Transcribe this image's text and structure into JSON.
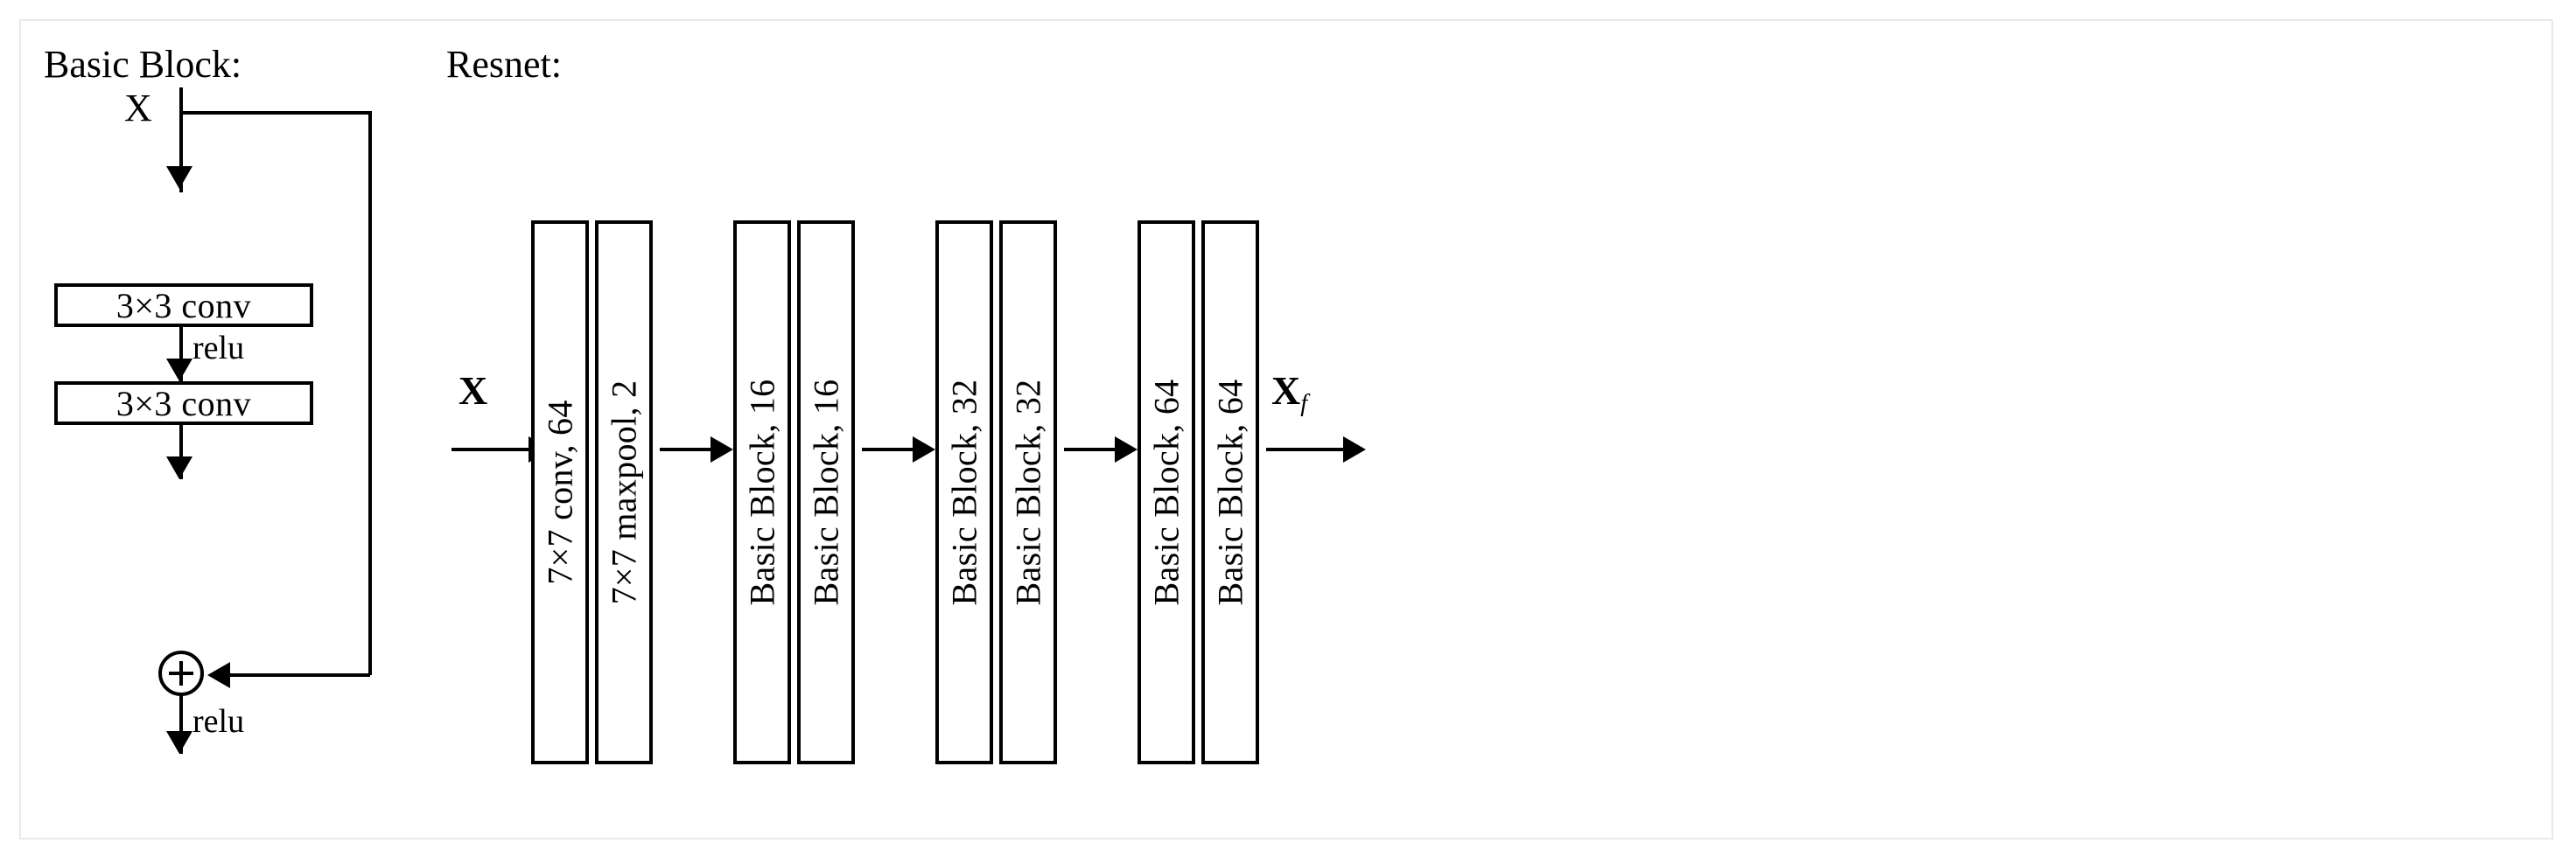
{
  "figure": {
    "type": "neural-network-architecture-diagram",
    "panels": [
      {
        "id": "basic-block",
        "title": "Basic Block:",
        "input_label": "X",
        "layers": [
          "3×3 conv",
          "3×3 conv"
        ],
        "activation_labels": [
          "relu",
          "relu"
        ],
        "merge_op": "⊕",
        "skip_connection": true
      },
      {
        "id": "resnet",
        "title": "Resnet:",
        "input_label": "X",
        "output_label": "X",
        "output_subscript": "f",
        "stages": [
          {
            "blocks": [
              "7×7 conv, 64",
              "7×7 maxpool, 2"
            ]
          },
          {
            "blocks": [
              "Basic Block, 16",
              "Basic Block, 16"
            ]
          },
          {
            "blocks": [
              "Basic Block, 32",
              "Basic Block, 32"
            ]
          },
          {
            "blocks": [
              "Basic Block, 64",
              "Basic Block, 64"
            ]
          }
        ]
      }
    ]
  },
  "basic_block": {
    "title": "Basic Block:",
    "input_x": "X",
    "conv1": "3×3 conv",
    "relu1": "relu",
    "conv2": "3×3 conv",
    "add": "⊕",
    "relu2": "relu"
  },
  "resnet": {
    "title": "Resnet:",
    "input_x": "X",
    "output_x": "X",
    "output_sub": "f",
    "boxes": [
      "7×7 conv, 64",
      "7×7 maxpool, 2",
      "Basic Block, 16",
      "Basic Block, 16",
      "Basic Block, 32",
      "Basic Block, 32",
      "Basic Block, 64",
      "Basic Block, 64"
    ]
  },
  "colors": {
    "stroke": "#000000",
    "background": "#ffffff",
    "frame": "#e9e9e9"
  }
}
